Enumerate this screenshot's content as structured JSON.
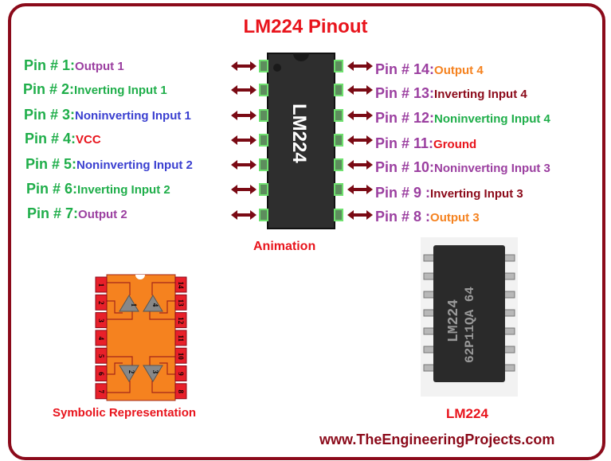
{
  "title": "LM224  Pinout",
  "chip_label": "LM224",
  "left_pins": [
    {
      "pin": "Pin # 1:",
      "name": "Output 1",
      "color": "#9b3fa0"
    },
    {
      "pin": "Pin # 2:",
      "name": "Inverting Input 1",
      "color": "#1fae4a"
    },
    {
      "pin": "Pin # 3:",
      "name": "Noninverting Input 1",
      "color": "#3a3fd0"
    },
    {
      "pin": "Pin # 4:",
      "name": "VCC",
      "color": "#e8141c"
    },
    {
      "pin": "Pin # 5:",
      "name": "Noninverting Input 2",
      "color": "#3a3fd0"
    },
    {
      "pin": "Pin # 6:",
      "name": "Inverting Input 2",
      "color": "#1fae4a"
    },
    {
      "pin": "Pin # 7:",
      "name": "Output 2",
      "color": "#9b3fa0"
    }
  ],
  "right_pins": [
    {
      "pin": "Pin # 14:",
      "name": "Output 4",
      "color": "#f5821f"
    },
    {
      "pin": "Pin # 13:",
      "name": "Inverting Input 4",
      "color": "#8b0a1a"
    },
    {
      "pin": "Pin # 12:",
      "name": "Noninverting Input 4",
      "color": "#1fae4a"
    },
    {
      "pin": "Pin # 11:",
      "name": "Ground",
      "color": "#e8141c"
    },
    {
      "pin": "Pin # 10:",
      "name": "Noninverting Input 3",
      "color": "#9b3fa0"
    },
    {
      "pin": "Pin #  9 :",
      "name": "Inverting Input 3",
      "color": "#8b0a1a"
    },
    {
      "pin": "Pin #  8 :",
      "name": "Output 3",
      "color": "#f5821f"
    }
  ],
  "animation_caption": "Animation",
  "symbolic_caption": "Symbolic Representation",
  "photo_caption": "LM224",
  "photo_marking": [
    "62P11QA 64",
    "LM224"
  ],
  "symbolic_pins_left": [
    "1",
    "2",
    "3",
    "4",
    "5",
    "6",
    "7"
  ],
  "symbolic_pins_right": [
    "14",
    "13",
    "12",
    "11",
    "10",
    "9",
    "8"
  ],
  "amp_numbers": [
    "1",
    "4",
    "2",
    "3"
  ],
  "url": "www.TheEngineeringProjects.com"
}
